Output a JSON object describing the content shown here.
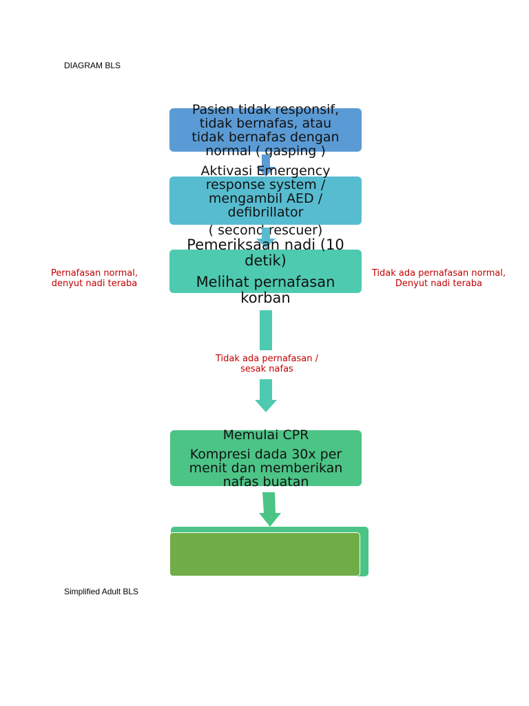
{
  "document": {
    "header_label": "DIAGRAM BLS",
    "footer_label": "Simplified Adult BLS"
  },
  "flow": {
    "step1": {
      "lines": [
        "Pasien tidak responsif,",
        "tidak bernafas, atau",
        "tidak bernafas dengan",
        "normal ( gasping )"
      ],
      "color": "#5b9bd5"
    },
    "step2": {
      "lines": [
        "Aktivasi Emergency",
        "response system /",
        "mengambil AED /",
        "defibrillator",
        "( second rescuer)"
      ],
      "color": "#57bcd0"
    },
    "step3": {
      "lines": [
        "Pemeriksaan nadi (10",
        "detik)",
        "Melihat pernafasan",
        "korban"
      ],
      "color": "#4ecab0"
    },
    "step4": {
      "lines": [
        "Memulai CPR",
        "Kompresi dada 30x per",
        "menit dan memberikan",
        "nafas buatan"
      ],
      "color": "#4cc486"
    },
    "step5": {
      "color": "#70ad47"
    }
  },
  "notes": {
    "left": [
      "Pernafasan normal,",
      "denyut nadi teraba"
    ],
    "right": [
      "Tidak ada pernafasan normal,",
      "Denyut nadi teraba"
    ],
    "center": [
      "Tidak ada pernafasan /",
      "sesak nafas"
    ]
  },
  "colors": {
    "note_text": "#c00000",
    "arrow1": "#5b9bd5",
    "arrow2": "#57bcd0",
    "arrow3": "#4ecab0",
    "arrow4": "#4cc486"
  }
}
